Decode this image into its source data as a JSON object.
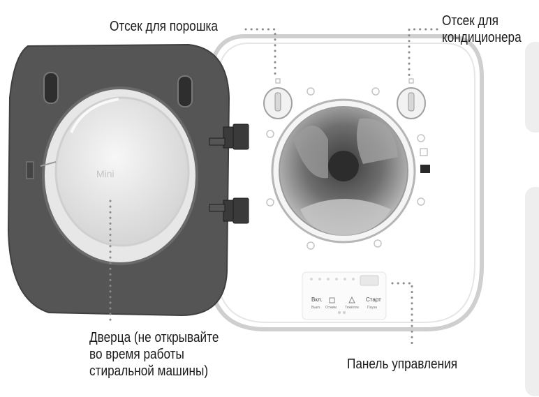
{
  "labels": {
    "powder_compartment": "Отсек для порошка",
    "softener_compartment": [
      "Отсек для",
      "кондиционера"
    ],
    "door": [
      "Дверца (не открывайте",
      "во время работы",
      "стиральной машины)"
    ],
    "control_panel": "Панель управления"
  },
  "control_panel": {
    "power_button": [
      "Вкл.",
      "Выкл."
    ],
    "mode_buttons": [
      "Отжим",
      "Тяжёлое"
    ],
    "start_button": [
      "Старт",
      "Пауза"
    ]
  },
  "door_logo": "Mini",
  "colors": {
    "door_frame": "#555555",
    "door_glass": "#ececec",
    "body_outline": "#cfcfcf",
    "leader_dots": "#8a8a8a"
  }
}
